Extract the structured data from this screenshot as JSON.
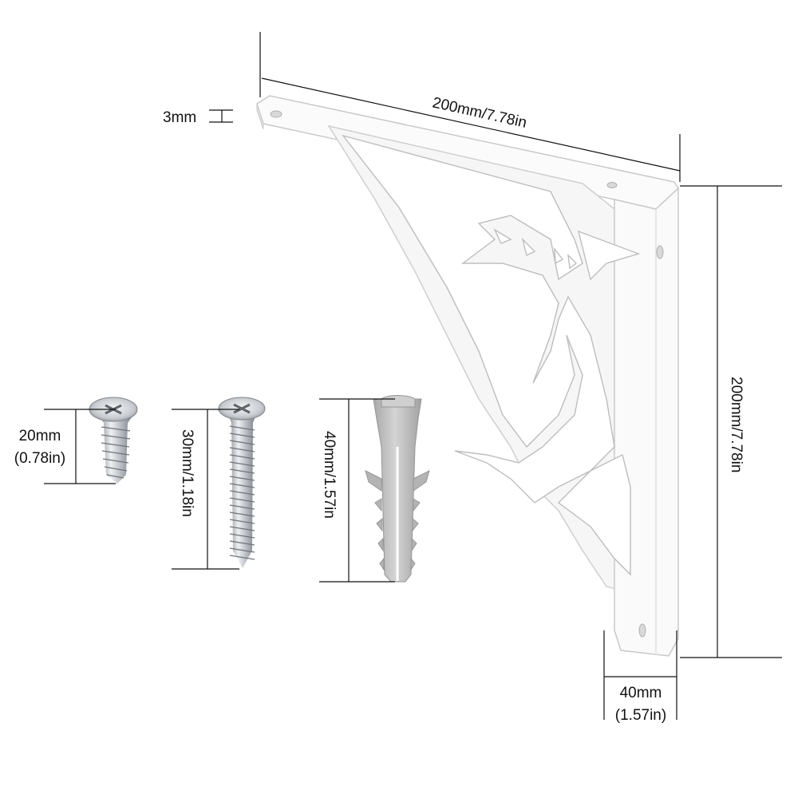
{
  "bracket": {
    "thickness_label": "3mm",
    "top_length_label": "200mm/7.78in",
    "side_height_label": "200mm/7.78in",
    "width_label_line1": "40mm",
    "width_label_line2": "(1.57in)"
  },
  "hardware": {
    "short_screw": {
      "line1": "20mm",
      "line2": "(0.78in)"
    },
    "long_screw": {
      "label": "30mm/1.18in"
    },
    "anchor": {
      "label": "40mm/1.57in"
    }
  },
  "colors": {
    "bracket_fill": "#fbfbfb",
    "bracket_stroke": "#c9c9c9",
    "anchor_fill": "#bdbdbd",
    "screw_metal": "#b8bcc2"
  }
}
